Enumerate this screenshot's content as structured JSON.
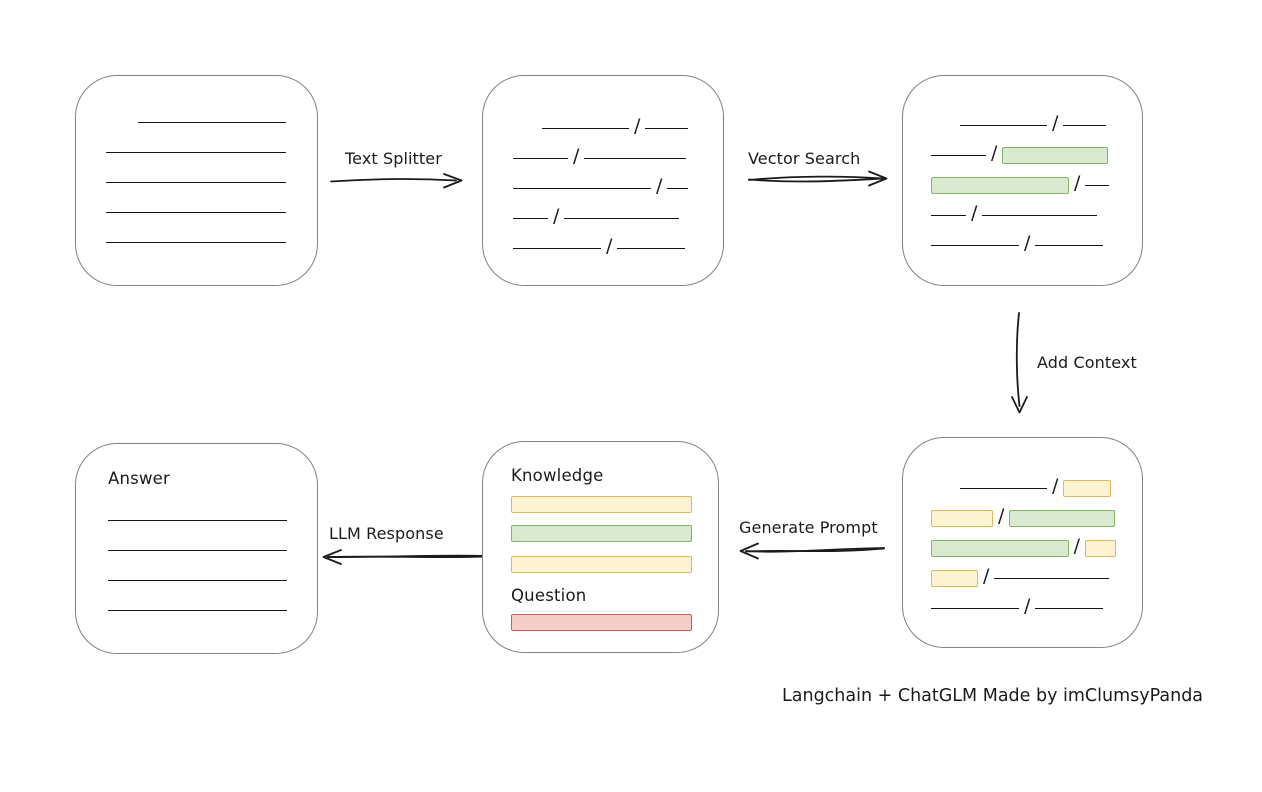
{
  "diagram": {
    "caption": "Langchain + ChatGLM Made by imClumsyPanda",
    "slash_char": "/",
    "colors": {
      "yellow_fill": "#FCF3D2",
      "yellow_border": "#DDB95C",
      "green_fill": "#DAEAD1",
      "green_border": "#83B565",
      "red_fill": "#F5CECA",
      "red_border": "#C65F57",
      "box_border": "#828282",
      "ink": "#1B1B1B"
    },
    "arrows": {
      "text_splitter": {
        "label": "Text Splitter",
        "direction": "right"
      },
      "vector_search": {
        "label": "Vector Search",
        "direction": "right"
      },
      "add_context": {
        "label": "Add Context",
        "direction": "down"
      },
      "generate_prompt": {
        "label": "Generate Prompt",
        "direction": "left"
      },
      "llm_response": {
        "label": "LLM Response",
        "direction": "left"
      }
    },
    "prompt_box": {
      "knowledge_label": "Knowledge",
      "question_label": "Question",
      "knowledge_bars": [
        "yellow",
        "green",
        "yellow"
      ],
      "question_bars": [
        "red"
      ]
    },
    "answer_box": {
      "label": "Answer"
    },
    "boxes": {
      "document": {
        "rows": [
          {
            "indent": 32,
            "segments": [
              {
                "t": "line",
                "w": 148
              }
            ]
          },
          {
            "segments": [
              {
                "t": "line",
                "w": 180
              }
            ]
          },
          {
            "segments": [
              {
                "t": "line",
                "w": 180
              }
            ]
          },
          {
            "segments": [
              {
                "t": "line",
                "w": 180
              }
            ]
          },
          {
            "segments": [
              {
                "t": "line",
                "w": 180
              }
            ]
          }
        ]
      },
      "chunks": {
        "rows": [
          {
            "indent": 29,
            "segments": [
              {
                "t": "line",
                "w": 87
              },
              {
                "t": "slash"
              },
              {
                "t": "line",
                "w": 43
              }
            ]
          },
          {
            "segments": [
              {
                "t": "line",
                "w": 55
              },
              {
                "t": "slash"
              },
              {
                "t": "line",
                "w": 102
              }
            ]
          },
          {
            "segments": [
              {
                "t": "line",
                "w": 138
              },
              {
                "t": "slash"
              },
              {
                "t": "line",
                "w": 21
              }
            ]
          },
          {
            "segments": [
              {
                "t": "line",
                "w": 35
              },
              {
                "t": "slash"
              },
              {
                "t": "line",
                "w": 115
              }
            ]
          },
          {
            "segments": [
              {
                "t": "line",
                "w": 88
              },
              {
                "t": "slash"
              },
              {
                "t": "line",
                "w": 68
              }
            ]
          }
        ]
      },
      "matched": {
        "rows": [
          {
            "indent": 29,
            "segments": [
              {
                "t": "line",
                "w": 87
              },
              {
                "t": "slash"
              },
              {
                "t": "line",
                "w": 43
              }
            ]
          },
          {
            "segments": [
              {
                "t": "line",
                "w": 55
              },
              {
                "t": "slash"
              },
              {
                "t": "bar",
                "c": "green",
                "w": 106
              }
            ]
          },
          {
            "segments": [
              {
                "t": "bar",
                "c": "green",
                "w": 138
              },
              {
                "t": "slash"
              },
              {
                "t": "line",
                "w": 24
              }
            ]
          },
          {
            "segments": [
              {
                "t": "line",
                "w": 35
              },
              {
                "t": "slash"
              },
              {
                "t": "line",
                "w": 115
              }
            ]
          },
          {
            "segments": [
              {
                "t": "line",
                "w": 88
              },
              {
                "t": "slash"
              },
              {
                "t": "line",
                "w": 68
              }
            ]
          }
        ]
      },
      "context": {
        "rows": [
          {
            "indent": 29,
            "segments": [
              {
                "t": "line",
                "w": 87
              },
              {
                "t": "slash"
              },
              {
                "t": "bar",
                "c": "yellow",
                "w": 48
              }
            ]
          },
          {
            "segments": [
              {
                "t": "bar",
                "c": "yellow",
                "w": 62
              },
              {
                "t": "slash"
              },
              {
                "t": "bar",
                "c": "green",
                "w": 106
              }
            ]
          },
          {
            "segments": [
              {
                "t": "bar",
                "c": "green",
                "w": 138
              },
              {
                "t": "slash"
              },
              {
                "t": "bar",
                "c": "yellow",
                "w": 31
              }
            ]
          },
          {
            "segments": [
              {
                "t": "bar",
                "c": "yellow",
                "w": 47
              },
              {
                "t": "slash"
              },
              {
                "t": "line",
                "w": 115
              }
            ]
          },
          {
            "segments": [
              {
                "t": "line",
                "w": 88
              },
              {
                "t": "slash"
              },
              {
                "t": "line",
                "w": 68
              }
            ]
          }
        ]
      },
      "answer_lines": {
        "rows": [
          {
            "segments": [
              {
                "t": "line",
                "w": 180
              }
            ]
          },
          {
            "segments": [
              {
                "t": "line",
                "w": 180
              }
            ]
          },
          {
            "segments": [
              {
                "t": "line",
                "w": 180
              }
            ]
          },
          {
            "segments": [
              {
                "t": "line",
                "w": 180
              }
            ]
          }
        ]
      }
    }
  }
}
